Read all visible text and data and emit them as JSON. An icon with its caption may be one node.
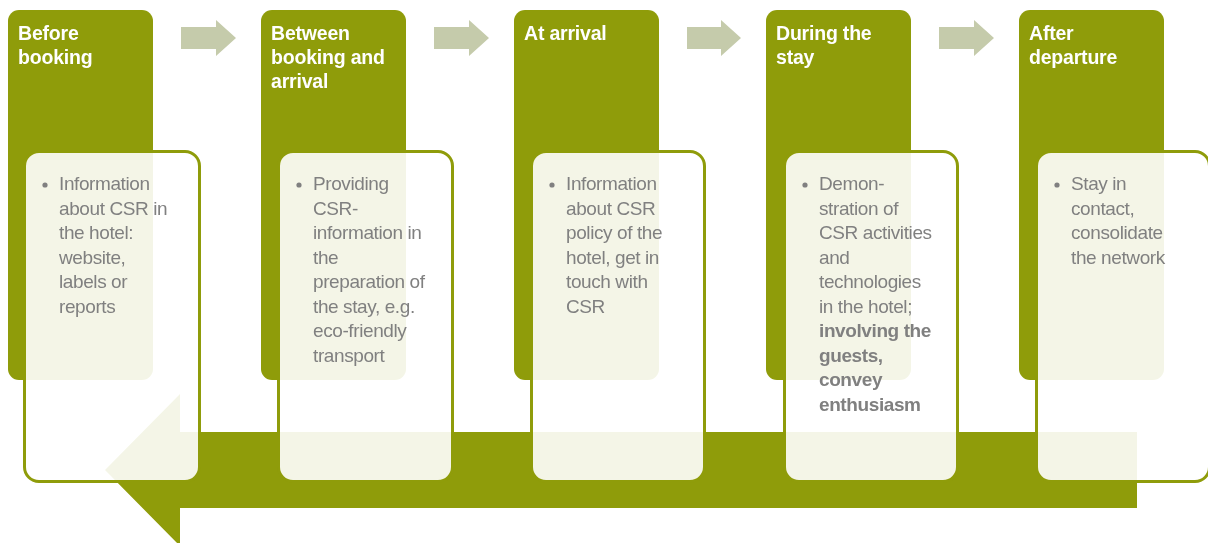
{
  "diagram": {
    "nodes": [
      {
        "text": [
          "Before booking"
        ]
      },
      {
        "text": [
          "Between booking and arrival"
        ]
      },
      {
        "text": [
          "At arrival"
        ]
      },
      {
        "text": [
          "During the stay"
        ]
      },
      {
        "text": [
          "After departure"
        ]
      },
      {
        "text": [
          "Information about CSR in the hotel: website, labels or reports"
        ]
      },
      {
        "text": [
          "Providing CSR-information in the preparation of the stay, e.g. eco-friendly transport"
        ]
      },
      {
        "text": [
          "Information about CSR policy of the hotel, get in touch with CSR"
        ]
      },
      {
        "text": [
          "Demon-stration of CSR activities and technologies in the hotel; **involving the guests, convey enthusiasm**"
        ]
      },
      {
        "text": [
          "Stay in contact, consolidate the network"
        ]
      }
    ],
    "edges": [
      {
        "from": 0,
        "to": 1,
        "arrow": "to",
        "color": "#c5cbab"
      },
      {
        "from": 1,
        "to": 2,
        "arrow": "to",
        "color": "#c5cbab"
      },
      {
        "from": 2,
        "to": 3,
        "arrow": "to",
        "color": "#c5cbab"
      },
      {
        "from": 3,
        "to": 4,
        "arrow": "to",
        "color": "#c5cbab"
      },
      {
        "from": 9,
        "to": 5,
        "arrow": "to",
        "style": "thick"
      }
    ]
  }
}
